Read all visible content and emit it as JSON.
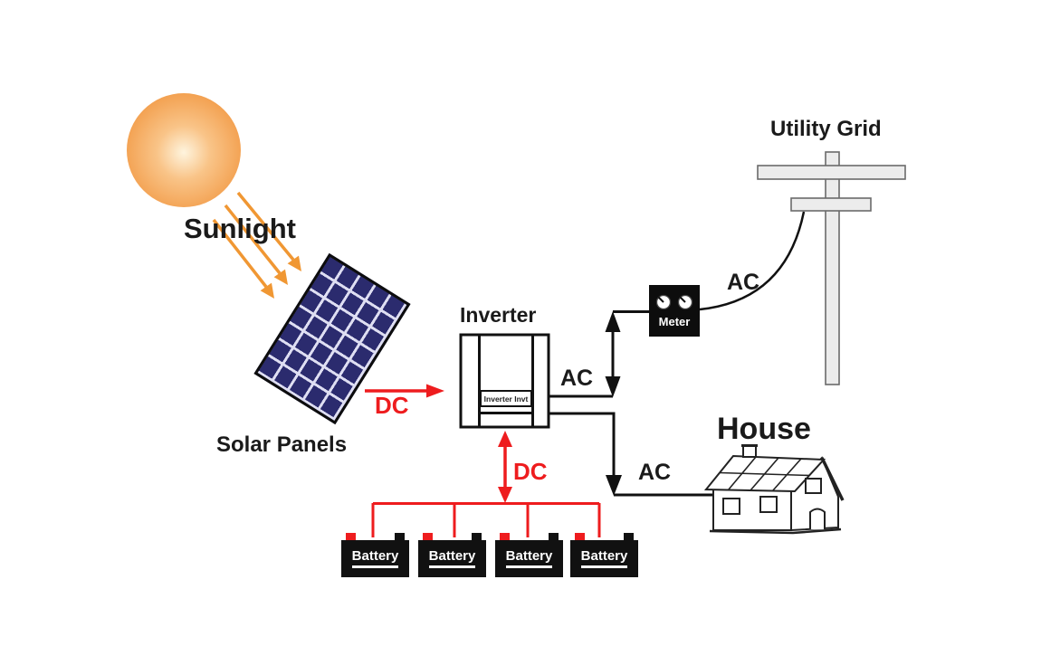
{
  "figure": {
    "sunlight_label": "Sunlight",
    "solar_panels_label": "Solar Panels",
    "inverter_label": "Inverter",
    "inverter_unit_text": "Inverter Invt",
    "meter_label": "Meter",
    "utility_grid_label": "Utility Grid",
    "house_label": "House"
  },
  "flow_labels": {
    "dc_panels_to_inverter": "DC",
    "dc_inverter_to_batteries": "DC",
    "ac_inverter_to_meter": "AC",
    "ac_meter_to_grid": "AC",
    "ac_inverter_to_house": "AC"
  },
  "batteries": [
    {
      "label": "Battery"
    },
    {
      "label": "Battery"
    },
    {
      "label": "Battery"
    },
    {
      "label": "Battery"
    }
  ],
  "colors": {
    "dc_accent": "#ee1c1e",
    "ac_wire": "#111111",
    "sun_orange": "#f5a353",
    "ray_orange": "#f09733",
    "panel_navy": "#2b2b6e",
    "meter_black": "#0d0d0d",
    "pole_gray": "#ececec"
  }
}
